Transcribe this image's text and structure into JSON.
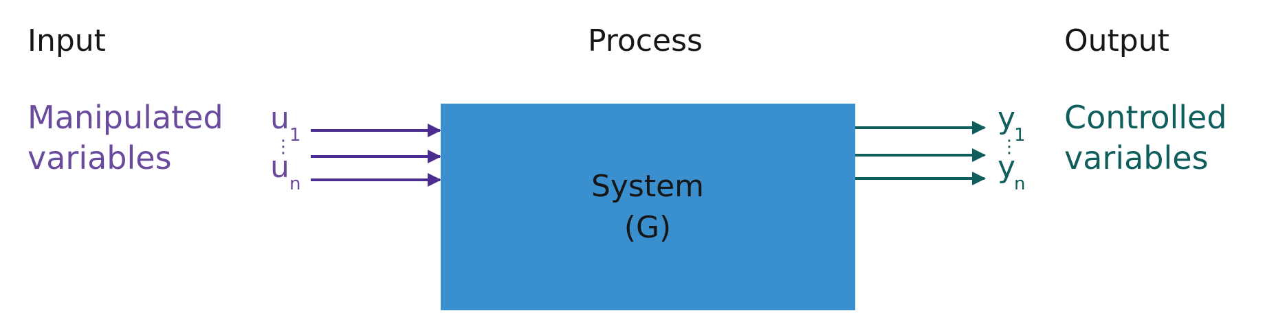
{
  "headers": {
    "input": "Input",
    "process": "Process",
    "output": "Output"
  },
  "input": {
    "category_line1": "Manipulated",
    "category_line2": "variables",
    "var_first": "u",
    "var_first_sub": "1",
    "var_last": "u",
    "var_last_sub": "n",
    "ellipsis": "⋮"
  },
  "system": {
    "name": "System",
    "symbol": "(G)"
  },
  "output": {
    "category_line1": "Controlled",
    "category_line2": "variables",
    "var_first": "y",
    "var_first_sub": "1",
    "var_last": "y",
    "var_last_sub": "n",
    "ellipsis": "⋮"
  },
  "colors": {
    "input": "#6a4a9c",
    "input_arrow": "#4b2c8f",
    "output": "#0f5e5c",
    "system_box": "#3a8fce",
    "text": "#161616"
  }
}
